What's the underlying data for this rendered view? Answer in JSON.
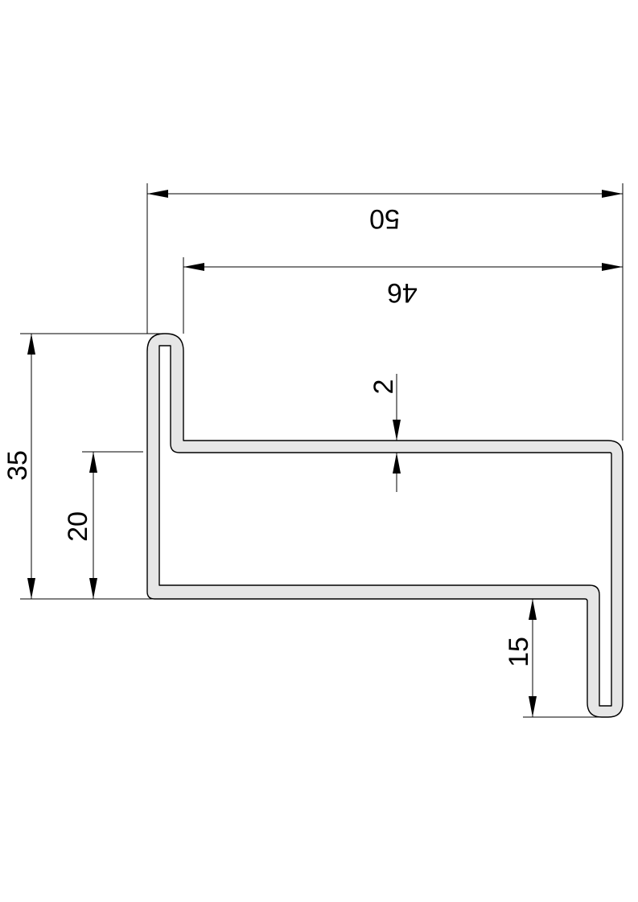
{
  "colors": {
    "profile_fill": "#e6e6e6",
    "profile_stroke": "#000000",
    "line": "#000000",
    "background": "#ffffff"
  },
  "dimensions": {
    "overall_width": "50",
    "inner_width": "46",
    "thickness": "2",
    "total_height": "35",
    "step_height": "20",
    "return_height": "15"
  }
}
